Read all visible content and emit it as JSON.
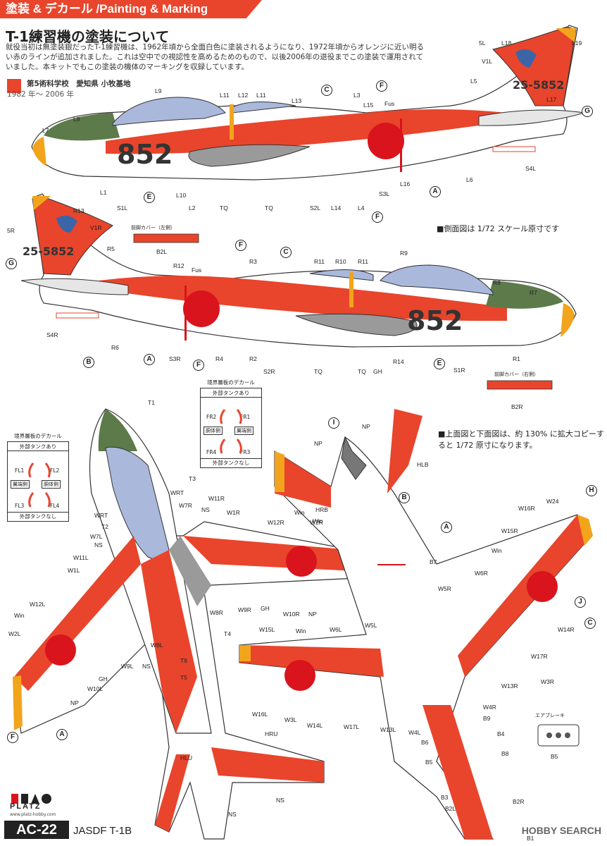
{
  "header": {
    "title": "塗装 & デカール /Painting & Marking"
  },
  "section": {
    "title": "T-1練習機の塗装について",
    "intro": "就役当初は無塗装銀だったT-1練習機は、1962年頃から全面白色に塗装されるようになり、1972年頃からオレンジに近い明るい赤のラインが追加されました。これは空中での視認性を高めるためのもので、以後2006年の退役までこの塗装で運用されていました。本キットでもこの塗装の機体のマーキングを収録しています。",
    "unit": "第5術科学校　愛知県 小牧基地",
    "years": "1982 年～ 2006 年"
  },
  "notes": {
    "side_scale": "■側面図は 1/72 スケール原寸です",
    "top_scale": "■上面図と下面図は、約 130% に拡大コピーすると 1/72 原寸になります。"
  },
  "aircraft": {
    "serial": "852",
    "tail": "25-5852",
    "colors": {
      "orange": "#e8452c",
      "yellow": "#f2a41c",
      "green": "#5d7a4a",
      "canopy": "#aab8dc",
      "hinomaru": "#d9141c",
      "gray": "#9a9a9a"
    }
  },
  "decal_labels": {
    "front_cover_left": "前脚カバー（左側）",
    "front_cover_right": "前脚カバー（右側）",
    "boundary_title": "境界層板のデカール",
    "with_tanks": "外部タンクあり",
    "without_tanks": "外部タンクなし",
    "wing_side": "翼端側",
    "fuselage_side": "胴体側",
    "air_brake": "エアブレーキ",
    "fr": [
      "FR2",
      "FR1",
      "FR4",
      "FR3"
    ],
    "fl": [
      "FL1",
      "FL2",
      "FL3",
      "FL4"
    ]
  },
  "labels": {
    "top_side": [
      "5L",
      "L18",
      "L19",
      "V1L",
      "L5",
      "L17",
      "L9",
      "L11",
      "L12",
      "L11",
      "L13",
      "L3",
      "L15",
      "Fus",
      "L8",
      "L7",
      "L1",
      "S1L",
      "L10",
      "L2",
      "TQ",
      "TQ",
      "S2L",
      "L14",
      "L4",
      "S3L",
      "L16",
      "L6",
      "S4L"
    ],
    "bottom_side": [
      "R13",
      "5R",
      "V1R",
      "R5",
      "R12",
      "Fus",
      "R3",
      "R11",
      "R10",
      "R11",
      "R9",
      "R8",
      "R7",
      "S4R",
      "R6",
      "S3R",
      "R4",
      "R2",
      "S2R",
      "TQ",
      "TQ",
      "GH",
      "R14",
      "S1R",
      "R1",
      "B2L",
      "B2R"
    ],
    "plan_top": [
      "T1",
      "WRT",
      "T3",
      "W11R",
      "W7R",
      "NS",
      "W1R",
      "W12R",
      "Win",
      "W2R",
      "WRT",
      "T2",
      "W7L",
      "NS",
      "W11L",
      "W1L",
      "W8R",
      "W9R",
      "GH",
      "W10R",
      "NP",
      "W12L",
      "Win",
      "W2L",
      "W8L",
      "T4",
      "T6",
      "T5",
      "W9L",
      "NS",
      "GH",
      "W10L",
      "NP",
      "HRU",
      "HLU",
      "NS",
      "NS"
    ],
    "plan_bottom": [
      "NP",
      "NP",
      "HLB",
      "HRB",
      "Win",
      "B7",
      "W5R",
      "W6R",
      "W15R",
      "Win",
      "W16R",
      "W24",
      "W14R",
      "W17R",
      "W3R",
      "W13R",
      "W4R",
      "W5L",
      "W6L",
      "W15L",
      "Win",
      "W16L",
      "W3L",
      "W14L",
      "W17L",
      "W13L",
      "W4L",
      "B9",
      "B4",
      "B6",
      "B8",
      "B5",
      "B3",
      "B2L",
      "B2R",
      "B1",
      "B5"
    ]
  },
  "callouts": {
    "top_side": [
      "C",
      "F",
      "G",
      "E",
      "F",
      "A"
    ],
    "bottom_side": [
      "G",
      "F",
      "C",
      "B",
      "A",
      "F",
      "E"
    ],
    "plan": [
      "I",
      "B",
      "A",
      "H",
      "J",
      "C",
      "F",
      "A"
    ]
  },
  "brand": {
    "logo": "PLATZ",
    "url": "www.platz-hobby.com",
    "code": "AC-22",
    "model": "JASDF T-1B",
    "watermark": "HOBBY SEARCH"
  }
}
